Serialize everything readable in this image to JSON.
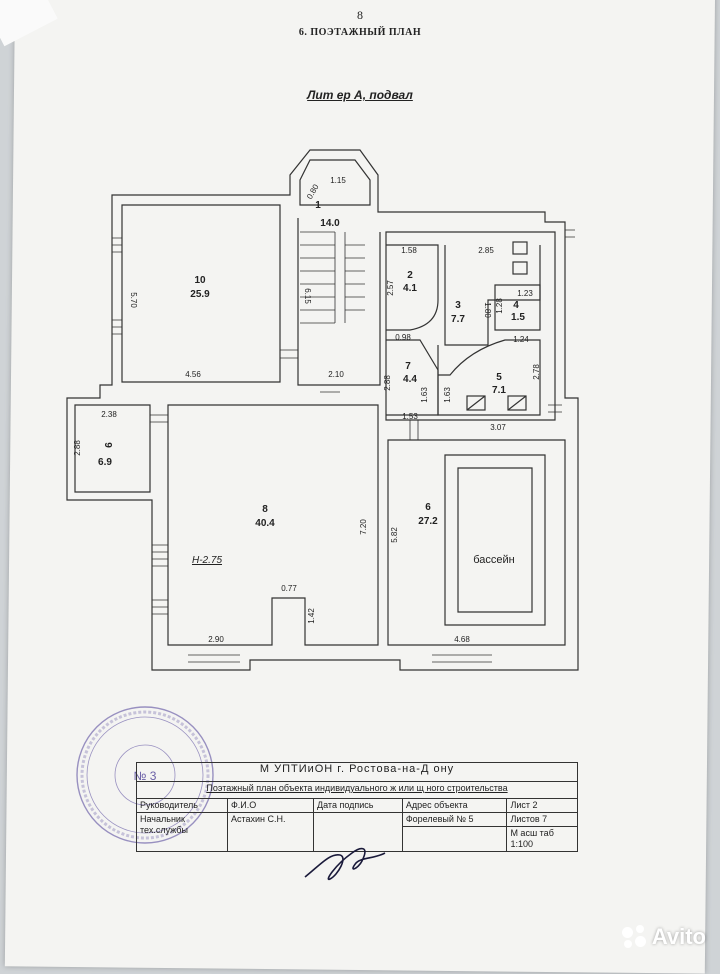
{
  "page": {
    "number": "8",
    "section": "6.   ПОЭТАЖНЫЙ ПЛАН"
  },
  "plan": {
    "title": "Лит ер А,  подвал",
    "rooms": [
      {
        "num": "1",
        "area": "14.0"
      },
      {
        "num": "2",
        "area": "4.1"
      },
      {
        "num": "3",
        "area": "7.7"
      },
      {
        "num": "4",
        "area": "1.5"
      },
      {
        "num": "5",
        "area": "7.1"
      },
      {
        "num": "6",
        "area": "27.2"
      },
      {
        "num": "7",
        "area": "4.4"
      },
      {
        "num": "8",
        "area": "40.4"
      },
      {
        "num": "9",
        "area": "6.9"
      },
      {
        "num": "10",
        "area": "25.9"
      }
    ],
    "dims": [
      "0.80",
      "1.15",
      "6.15",
      "5.70",
      "4.56",
      "2.10",
      "1.58",
      "2.85",
      "2.57",
      "1.23",
      "1.80",
      "1.28",
      "0.98",
      "1.24",
      "2.88",
      "1.63",
      "1.63",
      "2.78",
      "1.53",
      "3.07",
      "2.38",
      "2.88",
      "7.20",
      "5.82",
      "0.77",
      "1.42",
      "2.90",
      "4.68"
    ],
    "height_mark": "Н-2.75",
    "pool_label": "бассейн"
  },
  "title_block": {
    "org": "М УПТИиОН г. Ростова-на-Д ону",
    "subtitle": "Поэтажный  план объекта индивидуального ж или щ ного строительства",
    "col_head": "Руководитель",
    "col_fio": "Ф.И.О",
    "col_date": "Дата подпись",
    "col_addr": "Адрес объекта",
    "sheet": "Лист 2",
    "head_role_1": "Начальник",
    "head_role_2": "тех.службы",
    "head_name": "Астахин С.Н.",
    "address": "Форелевый № 5",
    "sheets_total": "Листов 7",
    "scale_1": "М асш таб",
    "scale_2": "1:100"
  },
  "watermark": {
    "brand": "Avito"
  },
  "stamp": {
    "center": "№ 3"
  }
}
